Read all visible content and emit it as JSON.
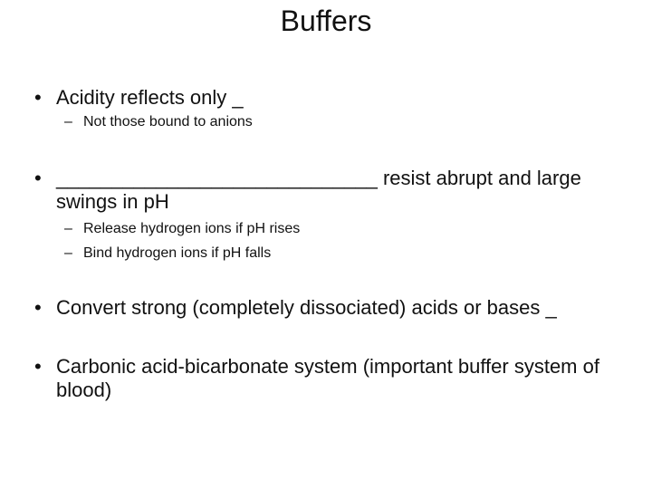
{
  "slide": {
    "title": "Buffers",
    "text_color": "#111111",
    "background_color": "#ffffff",
    "bullet_char": "•",
    "dash_char": "–",
    "bullets": [
      {
        "level": 1,
        "lines": [
          "Acidity reflects only _"
        ]
      },
      {
        "level": 2,
        "lines": [
          "Not those bound to anions"
        ]
      },
      {
        "level": 1,
        "lines": [
          "_____________________________ resist abrupt and large",
          "swings in pH"
        ]
      },
      {
        "level": 2,
        "lines": [
          "Release hydrogen ions if pH rises"
        ]
      },
      {
        "level": 2,
        "lines": [
          "Bind hydrogen ions if pH falls"
        ]
      },
      {
        "level": 1,
        "lines": [
          "Convert strong (completely dissociated) acids or bases _"
        ]
      },
      {
        "level": 1,
        "lines": [
          "Carbonic acid-bicarbonate system (important buffer system of",
          "blood)"
        ]
      }
    ]
  }
}
